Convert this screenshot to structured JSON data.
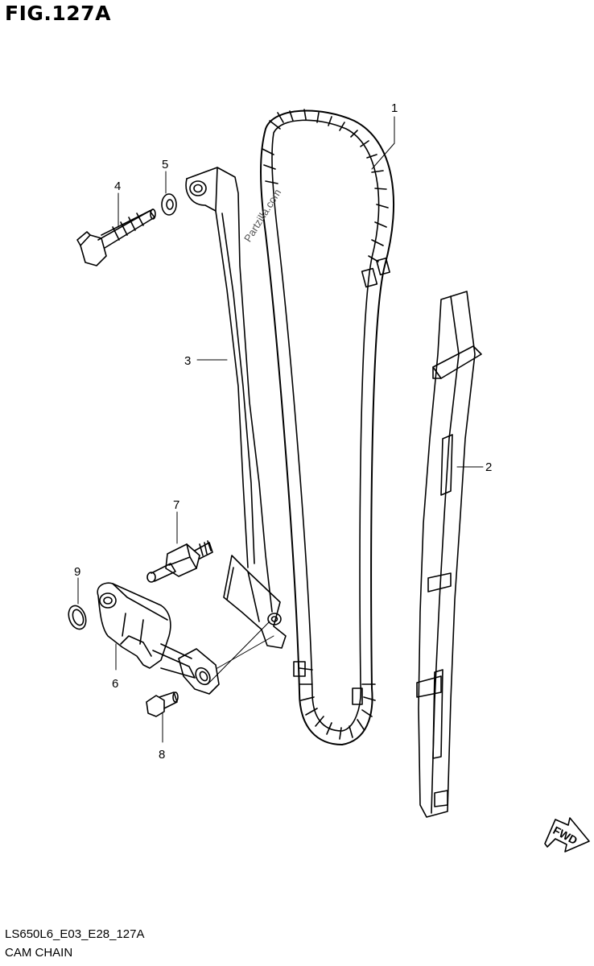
{
  "figure": {
    "title": "FIG.127A"
  },
  "callouts": [
    "1",
    "2",
    "3",
    "4",
    "5",
    "6",
    "7",
    "8",
    "9"
  ],
  "fwd_label": "FWD",
  "watermark": "Partzilla.com",
  "footer": {
    "code": "LS650L6_E03_E28_127A",
    "caption": "CAM CHAIN"
  }
}
